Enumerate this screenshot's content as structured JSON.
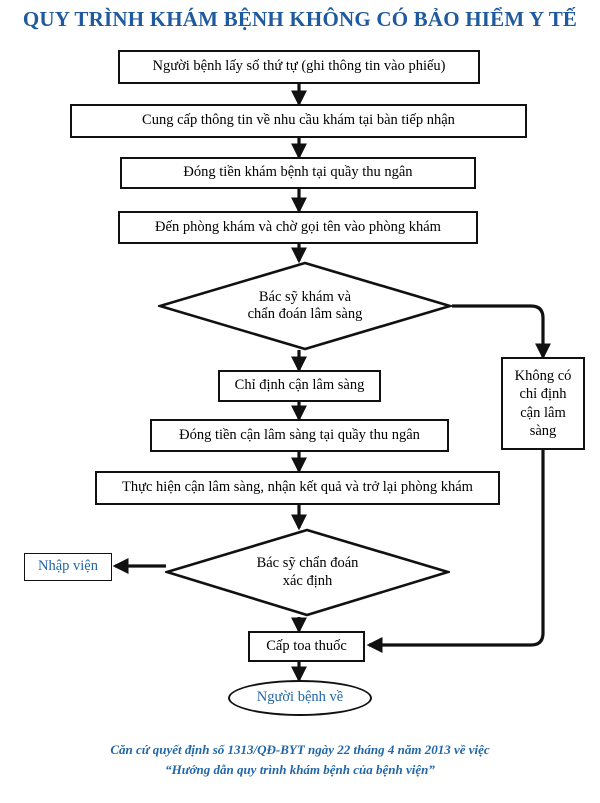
{
  "title": "QUY TRÌNH KHÁM BỆNH KHÔNG CÓ BẢO HIỂM Y TẾ",
  "colors": {
    "title_blue": "#1f5a9e",
    "node_blue_text": "#2166a8",
    "line_black": "#111111",
    "background": "#ffffff"
  },
  "nodes": {
    "step1": "Người bệnh lấy số thứ tự (ghi thông tin vào phiếu)",
    "step2": "Cung cấp thông tin về nhu cầu khám tại bàn tiếp nhận",
    "step3": "Đóng tiền khám bệnh tại quầy thu ngân",
    "step4": "Đến phòng khám và chờ gọi tên vào phòng khám",
    "decision1_line1": "Bác sỹ khám và",
    "decision1_line2": "chẩn đoán lâm sàng",
    "no_indication_line1": "Không có",
    "no_indication_line2": "chỉ định",
    "no_indication_line3": "cận lâm",
    "no_indication_line4": "sàng",
    "step5": "Chỉ định cận lâm sàng",
    "step6": "Đóng tiền cận lâm sàng tại quầy thu ngân",
    "step7": "Thực hiện cận lâm sàng, nhận kết quả và trở lại phòng khám",
    "decision2_line1": "Bác sỹ chẩn đoán",
    "decision2_line2": "xác định",
    "admit": "Nhập viện",
    "prescription": "Cấp toa thuốc",
    "end": "Người bệnh về"
  },
  "footer": {
    "line1": "Căn cứ quyết định số 1313/QĐ-BYT ngày 22 tháng 4 năm 2013 về việc",
    "line2": "“Hướng dẫn quy trình khám bệnh của bệnh viện”"
  },
  "chart_data": {
    "type": "diagram",
    "diagram_kind": "flowchart",
    "title": "QUY TRÌNH KHÁM BỆNH KHÔNG CÓ BẢO HIỂM Y TẾ",
    "orientation": "top-to-bottom",
    "nodes": [
      {
        "id": "n1",
        "shape": "rectangle",
        "label": "Người bệnh lấy số thứ tự (ghi thông tin vào phiếu)"
      },
      {
        "id": "n2",
        "shape": "rectangle",
        "label": "Cung cấp thông tin về nhu cầu khám tại bàn tiếp nhận"
      },
      {
        "id": "n3",
        "shape": "rectangle",
        "label": "Đóng tiền khám bệnh tại quầy thu ngân"
      },
      {
        "id": "n4",
        "shape": "rectangle",
        "label": "Đến phòng khám và chờ gọi tên vào phòng khám"
      },
      {
        "id": "d1",
        "shape": "diamond",
        "label": "Bác sỹ khám và chẩn đoán lâm sàng"
      },
      {
        "id": "n5",
        "shape": "rectangle",
        "label": "Chỉ định cận lâm sàng"
      },
      {
        "id": "n6",
        "shape": "rectangle",
        "label": "Đóng tiền cận lâm sàng tại quầy thu ngân"
      },
      {
        "id": "n7",
        "shape": "rectangle",
        "label": "Thực hiện cận lâm sàng, nhận kết quả và trở lại phòng khám"
      },
      {
        "id": "nb",
        "shape": "rectangle",
        "label": "Không có chỉ định cận lâm sàng"
      },
      {
        "id": "d2",
        "shape": "diamond",
        "label": "Bác sỹ chẩn đoán xác định"
      },
      {
        "id": "na",
        "shape": "rectangle",
        "label": "Nhập viện"
      },
      {
        "id": "np",
        "shape": "rectangle",
        "label": "Cấp toa thuốc"
      },
      {
        "id": "ne",
        "shape": "ellipse",
        "label": "Người bệnh về"
      }
    ],
    "edges": [
      {
        "from": "n1",
        "to": "n2"
      },
      {
        "from": "n2",
        "to": "n3"
      },
      {
        "from": "n3",
        "to": "n4"
      },
      {
        "from": "n4",
        "to": "d1"
      },
      {
        "from": "d1",
        "to": "n5"
      },
      {
        "from": "d1",
        "to": "nb"
      },
      {
        "from": "n5",
        "to": "n6"
      },
      {
        "from": "n6",
        "to": "n7"
      },
      {
        "from": "n7",
        "to": "d2"
      },
      {
        "from": "d2",
        "to": "na"
      },
      {
        "from": "d2",
        "to": "np"
      },
      {
        "from": "nb",
        "to": "np"
      },
      {
        "from": "np",
        "to": "ne"
      }
    ]
  }
}
